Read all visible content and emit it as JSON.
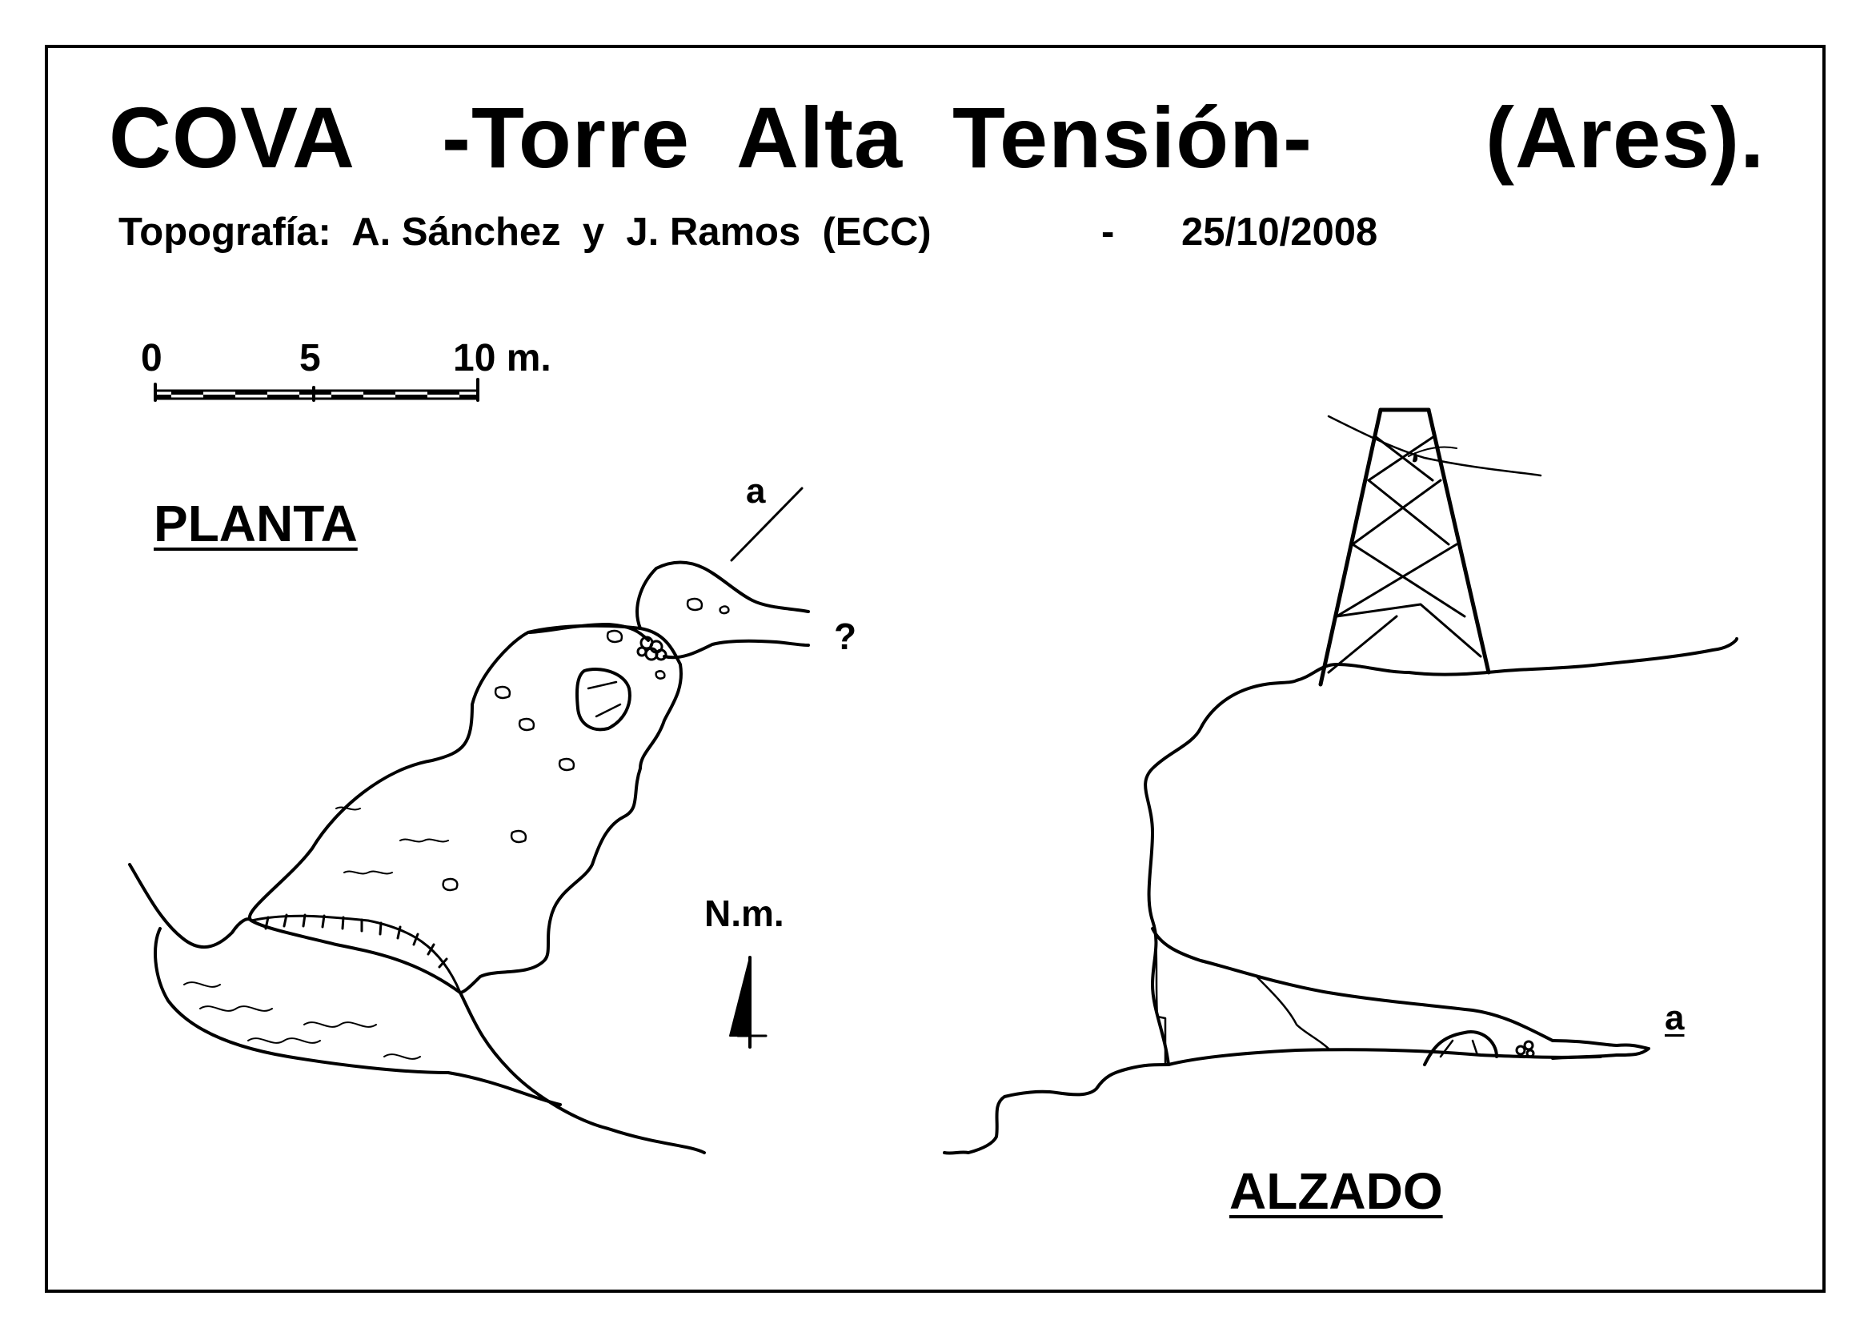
{
  "title": {
    "name": "COVA",
    "sub": "-Torre  Alta  Tensión-",
    "place": "(Ares)."
  },
  "subtitle": {
    "credit": "Topografía:  A. Sánchez  y  J. Ramos  (ECC)",
    "dash": "-",
    "date": "25/10/2008"
  },
  "scale": {
    "mark_0": "0",
    "mark_5": "5",
    "mark_10": "10 m."
  },
  "plan": {
    "label": "PLANTA",
    "section_mark": "a",
    "unknown_mark": "?"
  },
  "north": {
    "label": "N.m."
  },
  "elevation": {
    "label": "ALZADO",
    "section_mark": "a"
  }
}
